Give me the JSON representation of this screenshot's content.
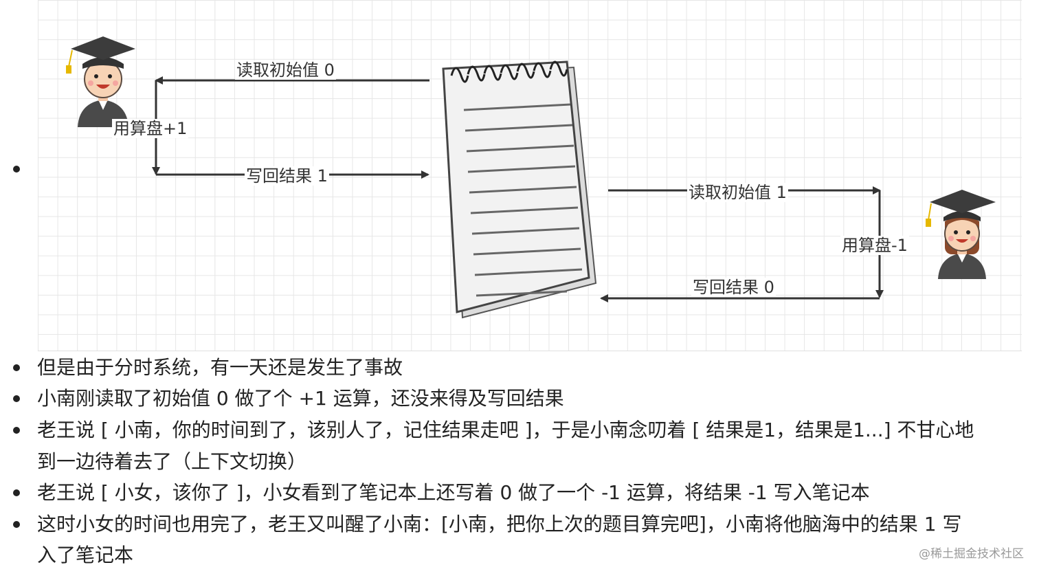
{
  "diagram": {
    "labels": {
      "read_left": "读取初始值 0",
      "calc_left": "用算盘+1",
      "write_left": "写回结果 1",
      "read_right": "读取初始值 1",
      "calc_right": "用算盘-1",
      "write_right": "写回结果 0"
    }
  },
  "list": {
    "items": [
      "但是由于分时系统，有一天还是发生了事故",
      "小南刚读取了初始值 0 做了个 +1 运算，还没来得及写回结果",
      "老王说 [ 小南，你的时间到了，该别人了，记住结果走吧 ]，于是小南念叨着 [ 结果是1，结果是1...] 不甘心地",
      "到一边待着去了（上下文切换）",
      "老王说 [ 小女，该你了 ]，小女看到了笔记本上还写着 0 做了一个 -1 运算，将结果 -1 写入笔记本",
      "这时小女的时间也用完了，老王又叫醒了小南：[小南，把你上次的题目算完吧]，小南将他脑海中的结果 1 写",
      "入了笔记本"
    ]
  },
  "watermark": "@稀土掘金技术社区"
}
